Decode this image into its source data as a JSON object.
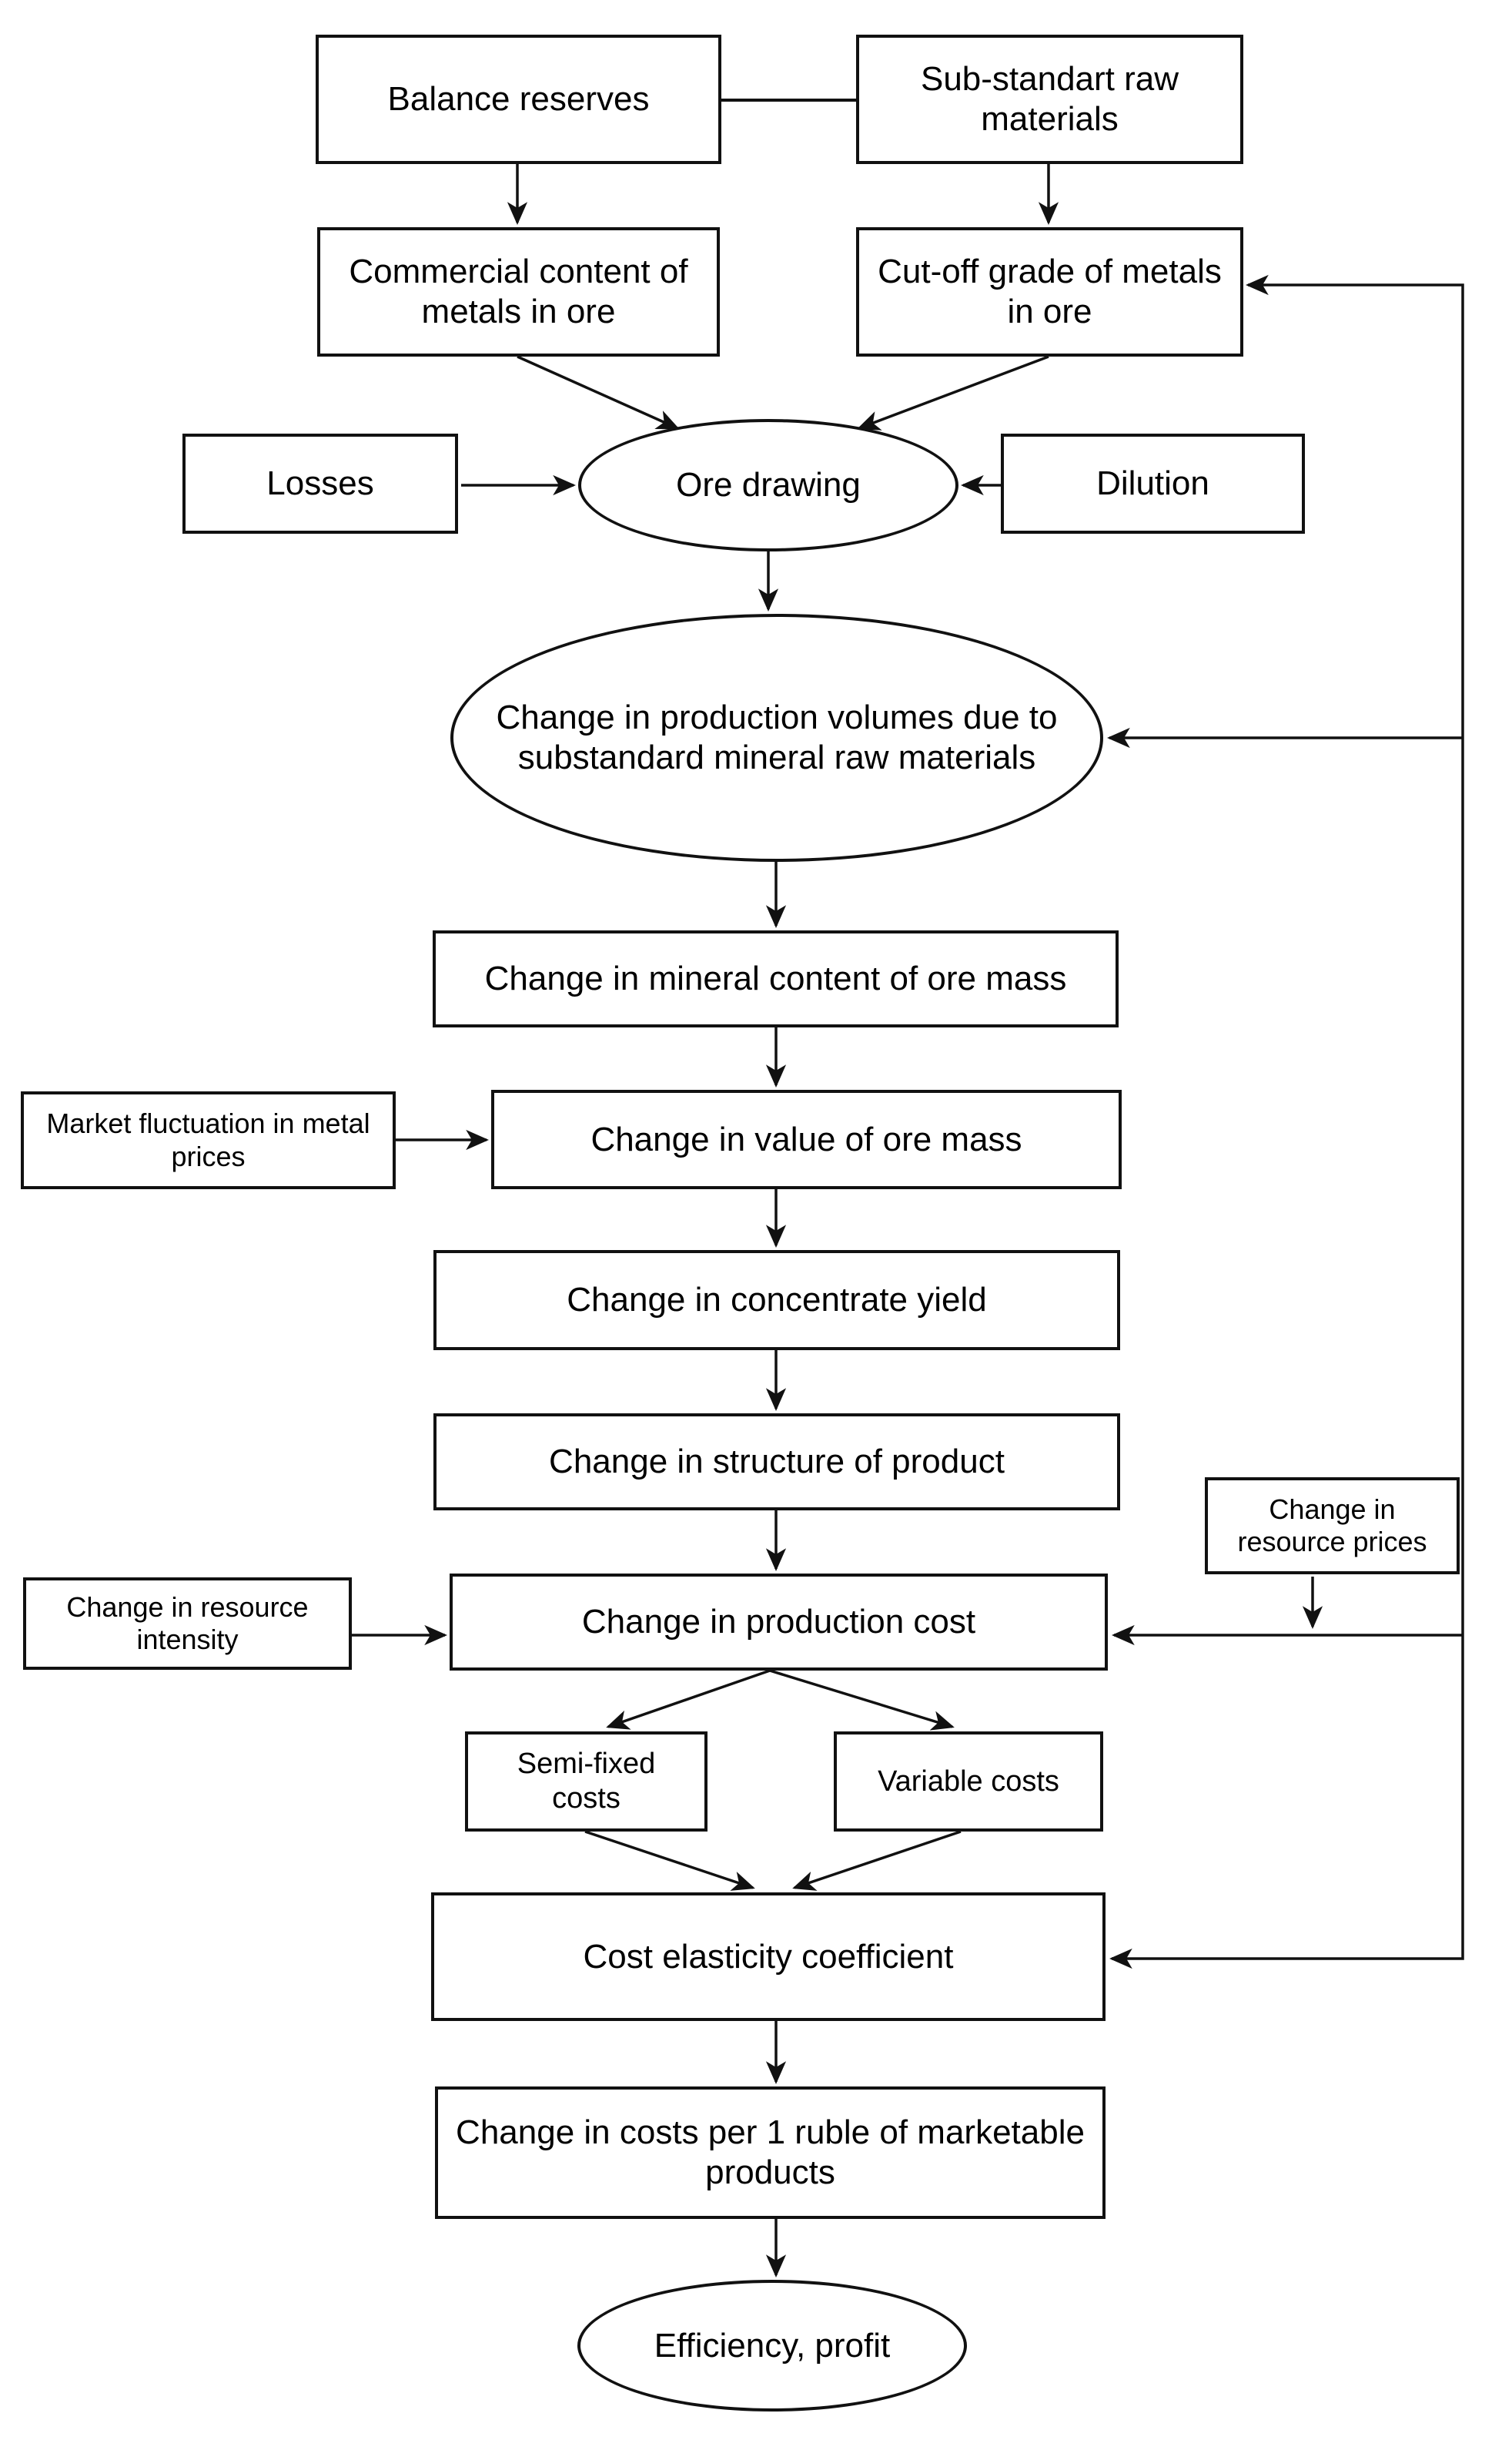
{
  "diagram": {
    "colors": {
      "background": "#ffffff",
      "stroke": "#111111",
      "text": "#000000"
    },
    "nodes": {
      "balance_reserves": {
        "label": "Balance reserves",
        "shape": "rect"
      },
      "substandard_raw_materials": {
        "label": "Sub-standart raw materials",
        "shape": "rect"
      },
      "commercial_content": {
        "label": "Commercial content of metals in ore",
        "shape": "rect"
      },
      "cutoff_grade": {
        "label": "Cut-off grade of metals in ore",
        "shape": "rect"
      },
      "losses": {
        "label": "Losses",
        "shape": "rect"
      },
      "ore_drawing": {
        "label": "Ore drawing",
        "shape": "ellipse"
      },
      "dilution": {
        "label": "Dilution",
        "shape": "rect"
      },
      "production_volumes": {
        "label": "Change in production volumes due to substandard mineral raw materials",
        "shape": "ellipse"
      },
      "mineral_content": {
        "label": "Change in mineral content of ore mass",
        "shape": "rect"
      },
      "market_fluctuation": {
        "label": "Market fluctuation in metal prices",
        "shape": "rect"
      },
      "value_ore_mass": {
        "label": "Change in value of ore mass",
        "shape": "rect"
      },
      "concentrate_yield": {
        "label": "Change in concentrate yield",
        "shape": "rect"
      },
      "structure_product": {
        "label": "Change in structure of product",
        "shape": "rect"
      },
      "resource_intensity": {
        "label": "Change in resource intensity",
        "shape": "rect"
      },
      "production_cost": {
        "label": "Change in production cost",
        "shape": "rect"
      },
      "resource_prices": {
        "label": "Change in resource prices",
        "shape": "rect"
      },
      "semi_fixed_costs": {
        "label": "Semi-fixed costs",
        "shape": "rect"
      },
      "variable_costs": {
        "label": "Variable costs",
        "shape": "rect"
      },
      "cost_elasticity": {
        "label": "Cost elasticity coefficient",
        "shape": "rect"
      },
      "costs_per_ruble": {
        "label": "Change in costs per 1 ruble of marketable products",
        "shape": "rect"
      },
      "efficiency_profit": {
        "label": "Efficiency, profit",
        "shape": "ellipse"
      }
    },
    "edges": [
      {
        "from": "balance_reserves",
        "to": "substandard_raw_materials",
        "arrow": false
      },
      {
        "from": "balance_reserves",
        "to": "commercial_content",
        "arrow": true
      },
      {
        "from": "substandard_raw_materials",
        "to": "cutoff_grade",
        "arrow": true
      },
      {
        "from": "commercial_content",
        "to": "ore_drawing",
        "arrow": true
      },
      {
        "from": "cutoff_grade",
        "to": "ore_drawing",
        "arrow": true
      },
      {
        "from": "losses",
        "to": "ore_drawing",
        "arrow": true
      },
      {
        "from": "dilution",
        "to": "ore_drawing",
        "arrow": true
      },
      {
        "from": "ore_drawing",
        "to": "production_volumes",
        "arrow": true
      },
      {
        "from": "production_volumes",
        "to": "mineral_content",
        "arrow": true
      },
      {
        "from": "mineral_content",
        "to": "value_ore_mass",
        "arrow": true
      },
      {
        "from": "market_fluctuation",
        "to": "value_ore_mass",
        "arrow": true
      },
      {
        "from": "value_ore_mass",
        "to": "concentrate_yield",
        "arrow": true
      },
      {
        "from": "concentrate_yield",
        "to": "structure_product",
        "arrow": true
      },
      {
        "from": "structure_product",
        "to": "production_cost",
        "arrow": true
      },
      {
        "from": "resource_intensity",
        "to": "production_cost",
        "arrow": true
      },
      {
        "from": "resource_prices",
        "to": "production_cost",
        "arrow": true
      },
      {
        "from": "feedback_rail",
        "to": "cutoff_grade",
        "arrow": true
      },
      {
        "from": "feedback_rail",
        "to": "production_volumes",
        "arrow": true
      },
      {
        "from": "feedback_rail",
        "to": "production_cost",
        "arrow": true
      },
      {
        "from": "feedback_rail",
        "to": "cost_elasticity",
        "arrow": true
      },
      {
        "from": "production_cost",
        "to": "semi_fixed_costs",
        "arrow": true
      },
      {
        "from": "production_cost",
        "to": "variable_costs",
        "arrow": true
      },
      {
        "from": "semi_fixed_costs",
        "to": "cost_elasticity",
        "arrow": true
      },
      {
        "from": "variable_costs",
        "to": "cost_elasticity",
        "arrow": true
      },
      {
        "from": "cost_elasticity",
        "to": "costs_per_ruble",
        "arrow": true
      },
      {
        "from": "costs_per_ruble",
        "to": "efficiency_profit",
        "arrow": true
      }
    ]
  }
}
